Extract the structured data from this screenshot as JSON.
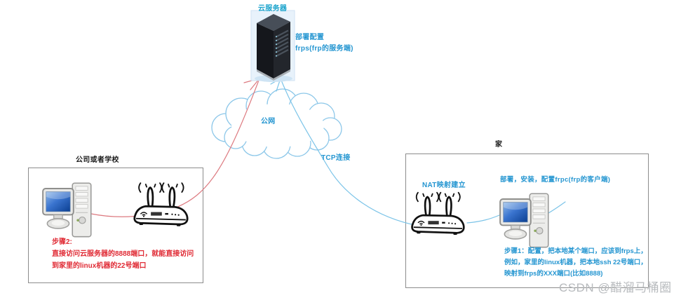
{
  "colors": {
    "annotation_blue": "#2596d1",
    "server_label_teal": "#1aa3cc",
    "step_red": "#e02b35",
    "line_red": "#dd7a80",
    "line_blue": "#7cc4e8",
    "cloud_stroke": "#8cc7e9",
    "box_border": "#8c8c8c",
    "watermark_gray": "#b7babd"
  },
  "server": {
    "icon": "server-tower-icon",
    "label": "云服务器",
    "note_line1": "部署配置",
    "note_line2": "frps(frp的服务端)"
  },
  "cloud": {
    "icon": "cloud-icon",
    "label": "公网"
  },
  "links": {
    "tcp_label": "TCP连接",
    "nat_label": "NAT映射建立"
  },
  "office": {
    "title": "公司或者学校",
    "icons": [
      "desktop-computer-icon",
      "wifi-router-icon"
    ],
    "step_lines": [
      "步骤2:",
      "直接访问云服务器的8888端口，就能直接访问",
      "到家里的linux机器的22号端口"
    ]
  },
  "home": {
    "title": "家",
    "icons": [
      "wifi-router-icon",
      "desktop-computer-icon"
    ],
    "note": "部署，安装，配置frpc(frp的客户端)",
    "step_lines": [
      "步骤1：配置，把本地某个端口，应该到frps上，",
      "例如，家里的linux机器，把本地ssh 22号端口，",
      "映射到frps的XXX端口(比如8888)"
    ]
  },
  "watermark": "CSDN @醋溜马桶圈"
}
